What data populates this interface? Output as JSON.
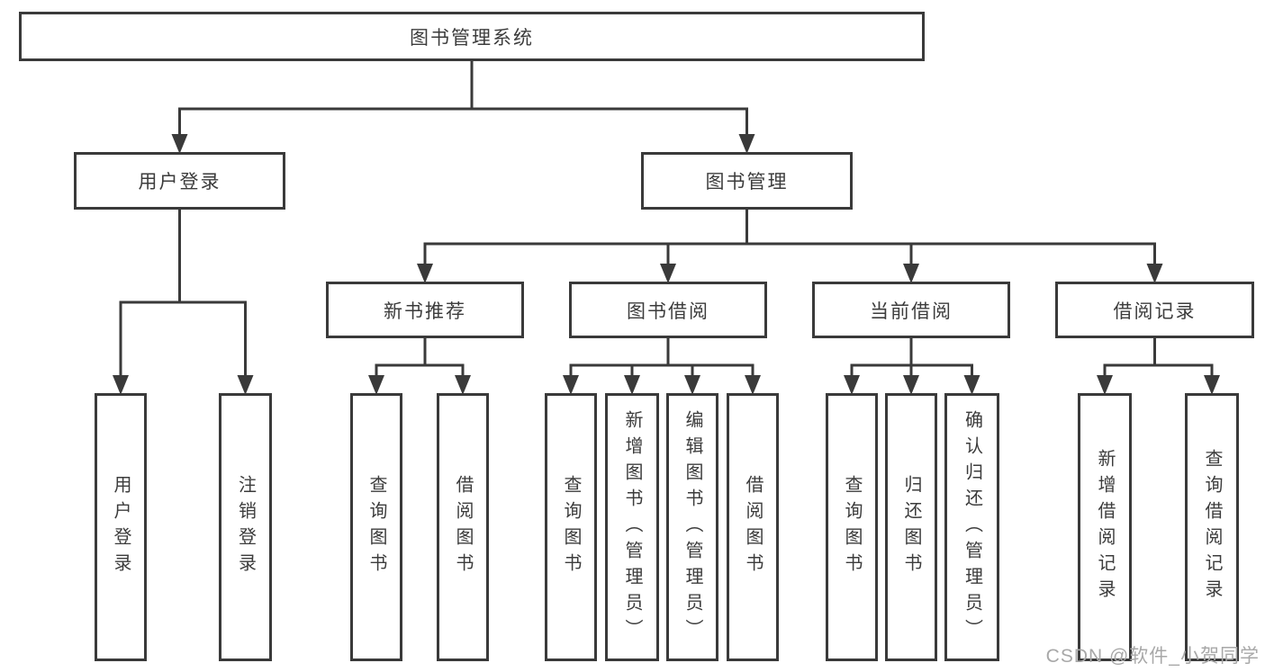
{
  "diagram_title": "图书管理系统",
  "colors": {
    "line": "#3a3a3a",
    "text": "#3c3c3c",
    "box_background": "#ffffff",
    "page_background": "#ffffff",
    "watermark": "#a8a8a8"
  },
  "watermark": {
    "text": "CSDN @软件_小贺同学"
  },
  "nodes": [
    {
      "id": "root",
      "label": "图书管理系统",
      "level": 1
    },
    {
      "id": "user-login",
      "label": "用户登录",
      "level": 2
    },
    {
      "id": "book-management",
      "label": "图书管理",
      "level": 2
    },
    {
      "id": "new-book-recommend",
      "label": "新书推荐",
      "level": 3
    },
    {
      "id": "book-borrowing",
      "label": "图书借阅",
      "level": 3
    },
    {
      "id": "current-borrowing",
      "label": "当前借阅",
      "level": 3
    },
    {
      "id": "borrowing-records",
      "label": "借阅记录",
      "level": 3
    },
    {
      "id": "col-user-login",
      "label": "用户登录",
      "level": 4
    },
    {
      "id": "col-logout",
      "label": "注销登录",
      "level": 4
    },
    {
      "id": "col-query-book-1",
      "label": "查询图书",
      "level": 4
    },
    {
      "id": "col-borrow-book-1",
      "label": "借阅图书",
      "level": 4
    },
    {
      "id": "col-query-book-2",
      "label": "查询图书",
      "level": 4
    },
    {
      "id": "col-add-book-admin",
      "label": "新增图书（管理员）",
      "level": 4
    },
    {
      "id": "col-edit-book-admin",
      "label": "编辑图书（管理员）",
      "level": 4
    },
    {
      "id": "col-borrow-book-2",
      "label": "借阅图书",
      "level": 4
    },
    {
      "id": "col-query-book-3",
      "label": "查询图书",
      "level": 4
    },
    {
      "id": "col-return-book",
      "label": "归还图书",
      "level": 4
    },
    {
      "id": "col-confirm-return-admin",
      "label": "确认归还（管理员）",
      "level": 4
    },
    {
      "id": "col-add-borrow-record",
      "label": "新增借阅记录",
      "level": 4
    },
    {
      "id": "col-query-borrow-record",
      "label": "查询借阅记录",
      "level": 4
    }
  ],
  "edges": [
    {
      "from": "root",
      "to": [
        "user-login",
        "book-management"
      ]
    },
    {
      "from": "user-login",
      "to": [
        "col-user-login",
        "col-logout"
      ]
    },
    {
      "from": "book-management",
      "to": [
        "new-book-recommend",
        "book-borrowing",
        "current-borrowing",
        "borrowing-records"
      ]
    },
    {
      "from": "new-book-recommend",
      "to": [
        "col-query-book-1",
        "col-borrow-book-1"
      ]
    },
    {
      "from": "book-borrowing",
      "to": [
        "col-query-book-2",
        "col-add-book-admin",
        "col-edit-book-admin",
        "col-borrow-book-2"
      ]
    },
    {
      "from": "current-borrowing",
      "to": [
        "col-query-book-3",
        "col-return-book",
        "col-confirm-return-admin"
      ]
    },
    {
      "from": "borrowing-records",
      "to": [
        "col-add-borrow-record",
        "col-query-borrow-record"
      ]
    }
  ]
}
